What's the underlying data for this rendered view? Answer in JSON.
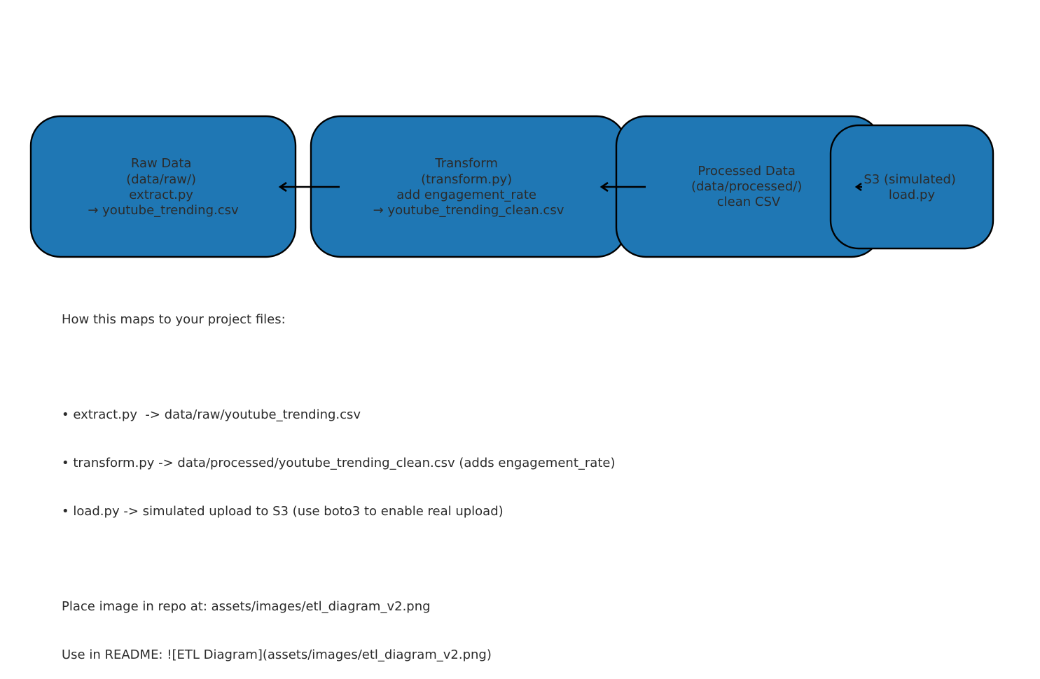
{
  "diagram": {
    "nodes": [
      {
        "id": "raw-data",
        "lines": [
          "Raw Data",
          "(data/raw/)",
          "extract.py",
          "→ youtube_trending.csv"
        ]
      },
      {
        "id": "transform",
        "lines": [
          "Transform",
          "(transform.py)",
          "add engagement_rate",
          "→ youtube_trending_clean.csv"
        ]
      },
      {
        "id": "processed-data",
        "lines": [
          "Processed Data",
          "(data/processed/)",
          "clean CSV"
        ]
      },
      {
        "id": "s3",
        "lines": [
          "S3 (simulated)",
          "load.py"
        ]
      }
    ],
    "edges": [
      {
        "from": "transform",
        "to": "raw-data"
      },
      {
        "from": "processed-data",
        "to": "transform"
      },
      {
        "from": "s3",
        "to": "processed-data"
      }
    ]
  },
  "notes": {
    "heading": "How this maps to your project files:",
    "bullets": [
      "• extract.py  -> data/raw/youtube_trending.csv",
      "• transform.py -> data/processed/youtube_trending_clean.csv (adds engagement_rate)",
      "• load.py -> simulated upload to S3 (use boto3 to enable real upload)"
    ],
    "placement": "Place image in repo at: assets/images/etl_diagram_v2.png",
    "readme_usage": "Use in README: ![ETL Diagram](assets/images/etl_diagram_v2.png)"
  },
  "colors": {
    "node_fill": "#1f77b4",
    "node_stroke": "#000000",
    "text": "#2b2b2b"
  }
}
